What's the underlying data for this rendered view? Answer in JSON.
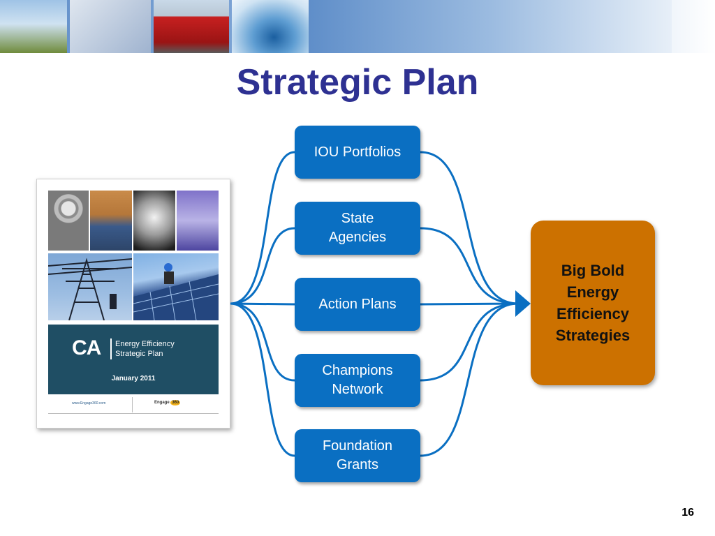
{
  "slide": {
    "title": "Strategic Plan",
    "page_number": "16"
  },
  "report_cover": {
    "logo_letters": "CA",
    "line1": "Energy Efficiency",
    "line2": "Strategic Plan",
    "date": "January 2011",
    "url": "www.Engage360.com",
    "brand": "Engage",
    "brand_badge": "360"
  },
  "inputs": [
    {
      "label": "IOU Portfolios"
    },
    {
      "label": "State\nAgencies"
    },
    {
      "label": "Action Plans"
    },
    {
      "label": "Champions\nNetwork"
    },
    {
      "label": "Foundation\nGrants"
    }
  ],
  "output": {
    "label": "Big Bold\nEnergy\nEfficiency\nStrategies"
  },
  "colors": {
    "title": "#2e3192",
    "box": "#0a6fc2",
    "connector": "#0a6fc2",
    "output": "#cc7100"
  }
}
